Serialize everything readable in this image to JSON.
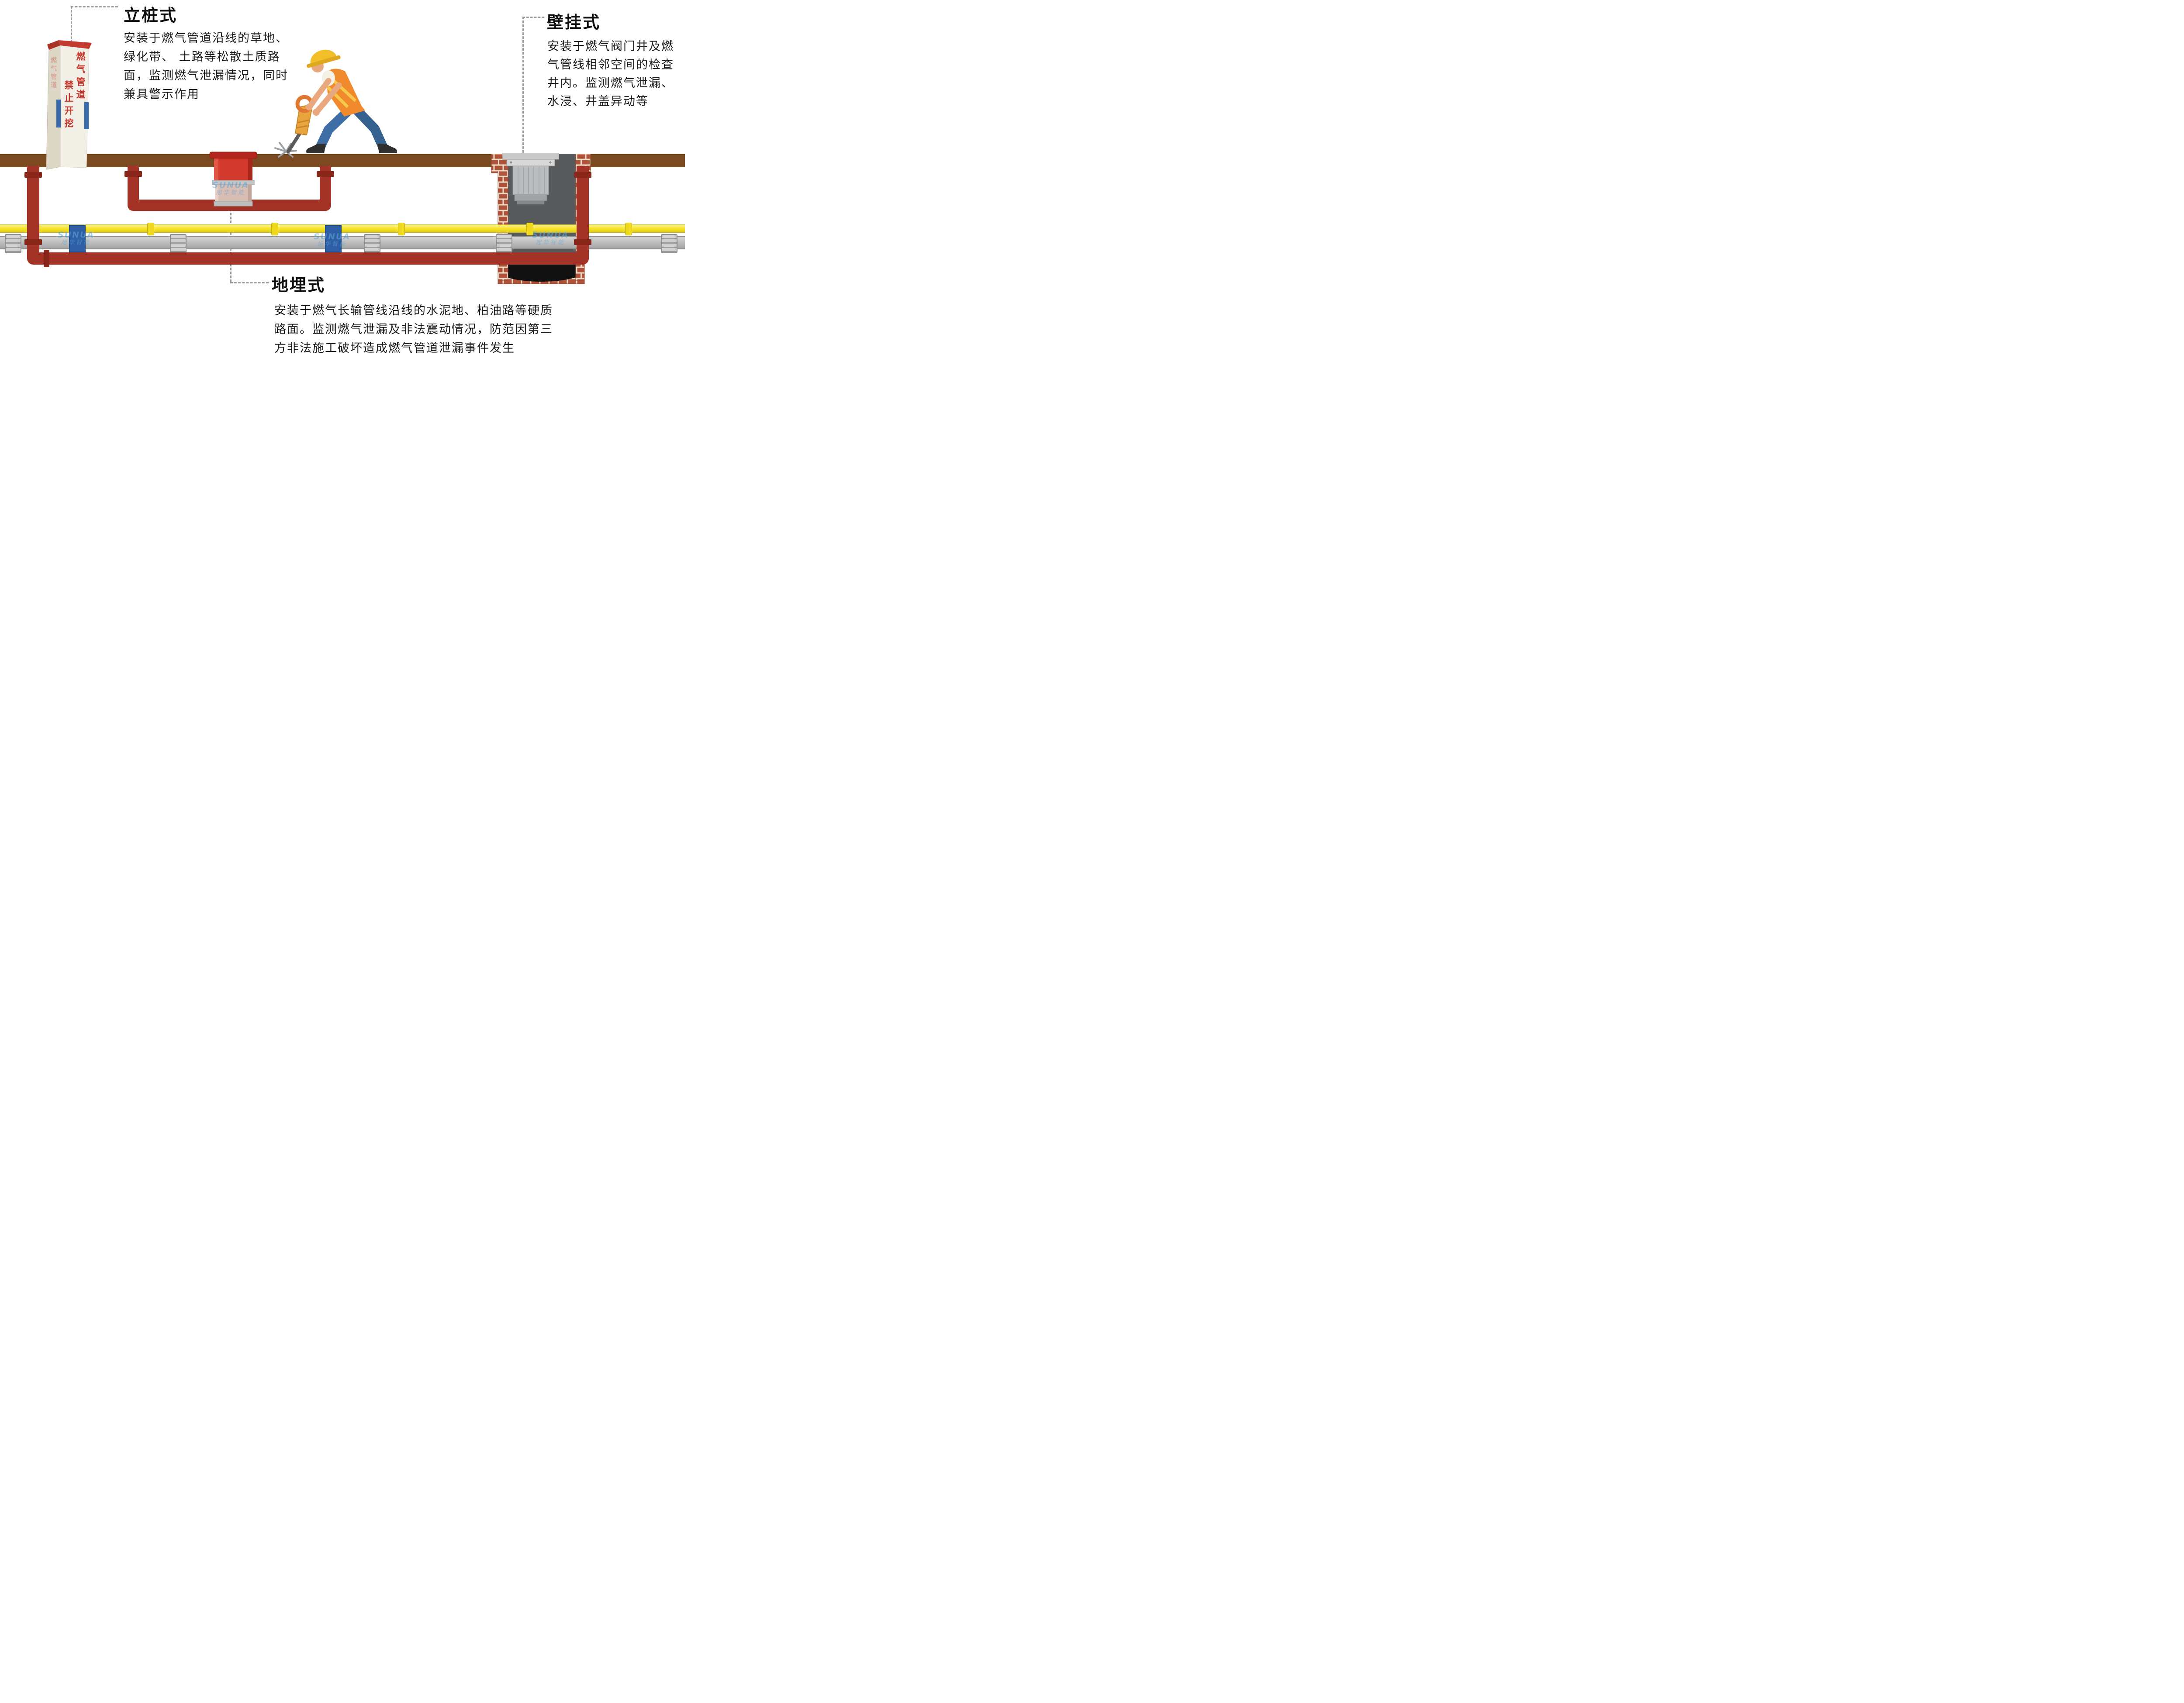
{
  "sections": {
    "post": {
      "title": "立桩式",
      "lines": [
        "安装于燃气管道沿线的草地、",
        "绿化带、 土路等松散土质路",
        "面，监测燃气泄漏情况，同时",
        "兼具警示作用"
      ]
    },
    "wall": {
      "title": "壁挂式",
      "lines": [
        "安装于燃气阀门井及燃",
        "气管线相邻空间的检查",
        "井内。监测燃气泄漏、",
        "水浸、井盖异动等"
      ]
    },
    "buried": {
      "title": "地埋式",
      "lines": [
        "安装于燃气长输管线沿线的水泥地、柏油路等硬质",
        "路面。监测燃气泄漏及非法震动情况，防范因第三",
        "方非法施工破坏造成燃气管道泄漏事件发生"
      ]
    }
  },
  "post_sign": {
    "column1": "燃气管道",
    "column2": "禁止开挖"
  },
  "watermark": {
    "brand": "SUNUA",
    "name": "旭华智能"
  },
  "colors": {
    "ground": "#7C4A21",
    "ground-edge": "#5E3911",
    "pipe-red": "#A23326",
    "pipe-red-dark": "#872619",
    "pipe-yellow": "#F4E22A",
    "pipe-gray": "#BDBDBD",
    "sleeve-blue": "#2E5FA6",
    "brick": "#B0523A",
    "mortar": "#EADCC6",
    "well-interior": "#58595B",
    "detector-red": "#D23A2E",
    "post-cream": "#F2EFE6",
    "sign-red": "#C5352B",
    "helmet-yellow": "#F2BE2A",
    "vest-orange": "#F08A2D",
    "jeans-blue": "#3E6EA5",
    "watermark-blue": "#5FA8D8",
    "text": "#1B1B1B"
  }
}
